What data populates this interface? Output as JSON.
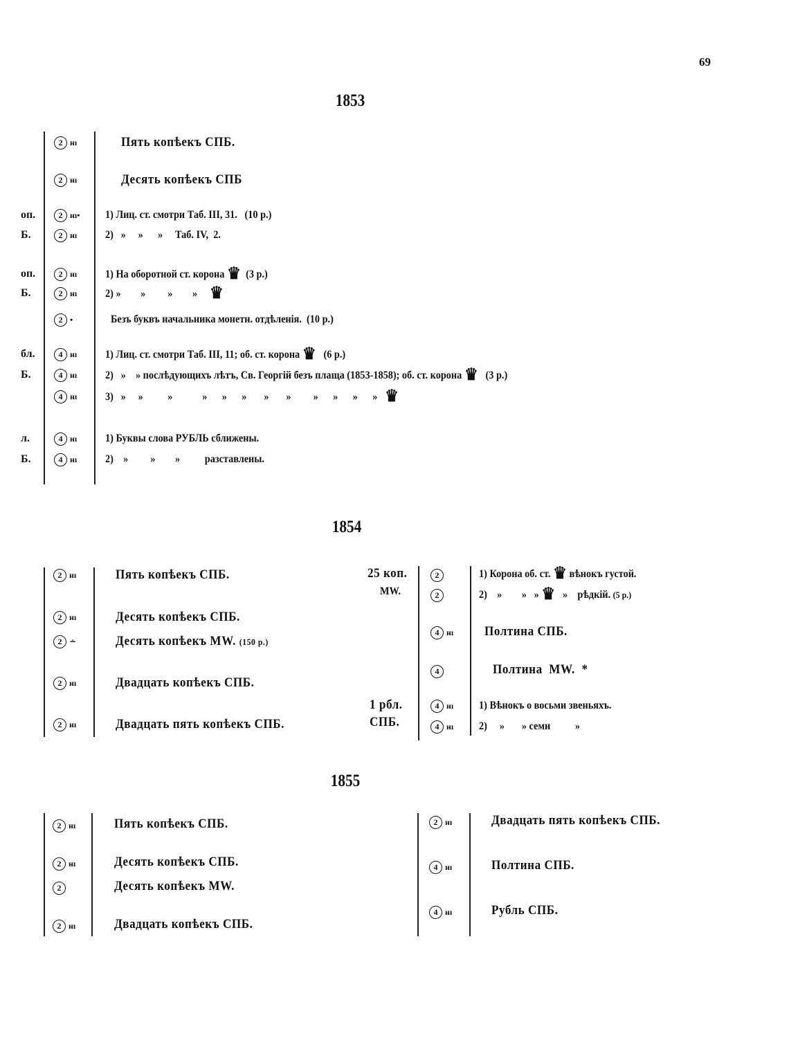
{
  "page_number": "69",
  "y1853": {
    "year": "1853",
    "margin": [
      "оп.",
      "Б.",
      "оп.",
      "Б.",
      "бл.",
      "Б.",
      "л.",
      "Б."
    ],
    "badges": [
      {
        "n": "2",
        "m": "нı"
      },
      {
        "n": "2",
        "m": "нı"
      },
      {
        "n": "2",
        "m": "нı•"
      },
      {
        "n": "2",
        "m": "нı"
      },
      {
        "n": "2",
        "m": "нı"
      },
      {
        "n": "2",
        "m": "нı"
      },
      {
        "n": "2",
        "m": "•"
      },
      {
        "n": "4",
        "m": "нı"
      },
      {
        "n": "4",
        "m": "нı"
      },
      {
        "n": "4",
        "m": "нı"
      },
      {
        "n": "4",
        "m": "нı"
      },
      {
        "n": "4",
        "m": "нı"
      }
    ],
    "r1": "Пять копѣекъ СПБ.",
    "r2": "Десять копѣекъ СПБ",
    "r3": "1) Лиц. ст. смотри Таб. III, 31.   (10 р.)",
    "r4": "2)   »     »      »     Таб. IV,  2.",
    "r5a": "1) На оборотной ст. корона",
    "r5b": "(3 р.)",
    "r6a": "2) »        »         »        »",
    "r7": "Безъ буквъ начальника монетн. отдѣленія.  (10 р.)",
    "r8a": "1) Лиц. ст. смотри Таб. III, 11; об. ст. корона",
    "r8b": "(6 р.)",
    "r9a": "2)   »    » послѣдующихъ лѣтъ, Св. Георгій безъ плаща (1853-1858); об. ст. корона",
    "r9b": "(3 р.)",
    "r10a": "3)   »     »          »            »      »      »       »       »         »      »      »      »",
    "r11": "1) Буквы слова РУБЛЬ сближены.",
    "r12": "2)    »         »        »          разставлены."
  },
  "y1854": {
    "year": "1854",
    "left": [
      "Пять копѣекъ СПБ.",
      "Десять копѣекъ СПБ.",
      "Десять копѣекъ MW.",
      "Двадцать копѣекъ СПБ.",
      "Двадцать пять копѣекъ СПБ."
    ],
    "left_price": "(150 р.)",
    "left_badges": [
      {
        "n": "2",
        "m": "нı"
      },
      {
        "n": "2",
        "m": "нı"
      },
      {
        "n": "2",
        "m": "∸"
      },
      {
        "n": "2",
        "m": "нı"
      },
      {
        "n": "2",
        "m": "нı"
      }
    ],
    "mid": [
      "25 коп.",
      "MW.",
      "1 рбл.",
      "СПБ."
    ],
    "right_badges": [
      {
        "n": "2",
        "m": ""
      },
      {
        "n": "2",
        "m": ""
      },
      {
        "n": "4",
        "m": "нı"
      },
      {
        "n": "4",
        "m": ""
      },
      {
        "n": "4",
        "m": "нı"
      },
      {
        "n": "4",
        "m": "нı"
      }
    ],
    "r1a": "1) Корона об. ст.",
    "r1b": "вѣнокъ густой.",
    "r2a": "2)    »        »   »",
    "r2b": "»    рѣдкій.",
    "r2c": "(5 р.)",
    "r3": "Полтина СПБ.",
    "r4": "Полтина  MW.  *",
    "r5": "1) Вѣнокъ о восьми звеньяхъ.",
    "r6": "2)     »       » семи          »"
  },
  "y1855": {
    "year": "1855",
    "left": [
      "Пять копѣекъ СПБ.",
      "Десять копѣекъ СПБ.",
      "Десять копѣекъ MW.",
      "Двадцать копѣекъ СПБ."
    ],
    "left_badges": [
      {
        "n": "2",
        "m": "нı"
      },
      {
        "n": "2",
        "m": "нı"
      },
      {
        "n": "2",
        "m": ""
      },
      {
        "n": "2",
        "m": "нı"
      }
    ],
    "right": [
      "Двадцать пять копѣекъ СПБ.",
      "Полтина СПБ.",
      "Рубль СПБ."
    ],
    "right_badges": [
      {
        "n": "2",
        "m": "нı"
      },
      {
        "n": "4",
        "m": "нı"
      },
      {
        "n": "4",
        "m": "нı"
      }
    ]
  },
  "crown_icon": "♛"
}
